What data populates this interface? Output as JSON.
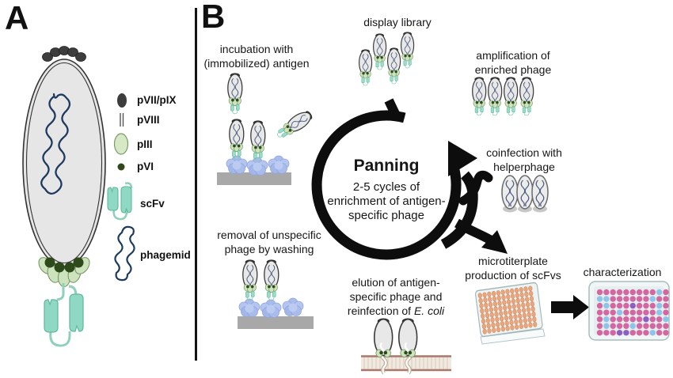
{
  "panel_a": {
    "label": "A",
    "legend": [
      {
        "id": "pvii-pix",
        "label": "pVII/pIX"
      },
      {
        "id": "pviii",
        "label": "pVIII"
      },
      {
        "id": "piii",
        "label": "pIII"
      },
      {
        "id": "pvi",
        "label": "pVI"
      },
      {
        "id": "scfv",
        "label": "scFv"
      },
      {
        "id": "phagemid",
        "label": "phagemid"
      }
    ]
  },
  "panel_b": {
    "label": "B",
    "center": {
      "title": "Panning",
      "line1": "2-5 cycles of",
      "line2": "enrichment of antigen-",
      "line3": "specific phage"
    },
    "steps": {
      "display_library": "display library",
      "incubation": {
        "line1": "incubation with",
        "line2": "(immobilized) antigen"
      },
      "amplification": {
        "line1": "amplification of",
        "line2": "enriched phage"
      },
      "coinfection": {
        "line1": "coinfection with",
        "line2": "helperphage"
      },
      "removal": {
        "line1": "removal of unspecific",
        "line2": "phage by washing"
      },
      "elution": {
        "line1": "elution of antigen-",
        "line2": "specific phage and",
        "line3_prefix": "reinfection of ",
        "line3_italic": "E. coli"
      },
      "microtiterplate": {
        "line1": "microtiterplate",
        "line2": "production of scFvs"
      },
      "characterization": "characterization"
    }
  },
  "colors": {
    "scfv_teal": "#8fd9c4",
    "scfv_teal_dark": "#5fb79c",
    "piii_green": "#cde3bd",
    "piii_green_dark": "#6f935e",
    "pvi_green": "#2e4a1b",
    "cap_dark": "#2b2b2b",
    "phage_body": "#e8e8e8",
    "dna_navy": "#1e3a5f",
    "antigen_blue": "#a9bceb",
    "surface_gray": "#a8a8a8",
    "arrow_black": "#0d0d0d",
    "well_orange": "#eaa57d",
    "well_pink": "#d4679f",
    "well_blue": "#8cc5e8",
    "well_purple": "#8d5fc2",
    "membrane_line": "#a8796b",
    "membrane_fill": "#f0e9df"
  },
  "production_plate": {
    "rows": 8,
    "cols": 12
  },
  "characterization_plate": {
    "rows": 7,
    "cols": 11,
    "pattern": [
      "pppppppppbp",
      "bbppppppbpp",
      "pbpppvpppbp",
      "pppbpppppbp",
      "pbpppppvppb",
      "pbpppbppppp",
      "pppvvpppbpp"
    ],
    "colors": {
      "p": "#d4679f",
      "b": "#8cc5e8",
      "v": "#8d5fc2"
    }
  }
}
